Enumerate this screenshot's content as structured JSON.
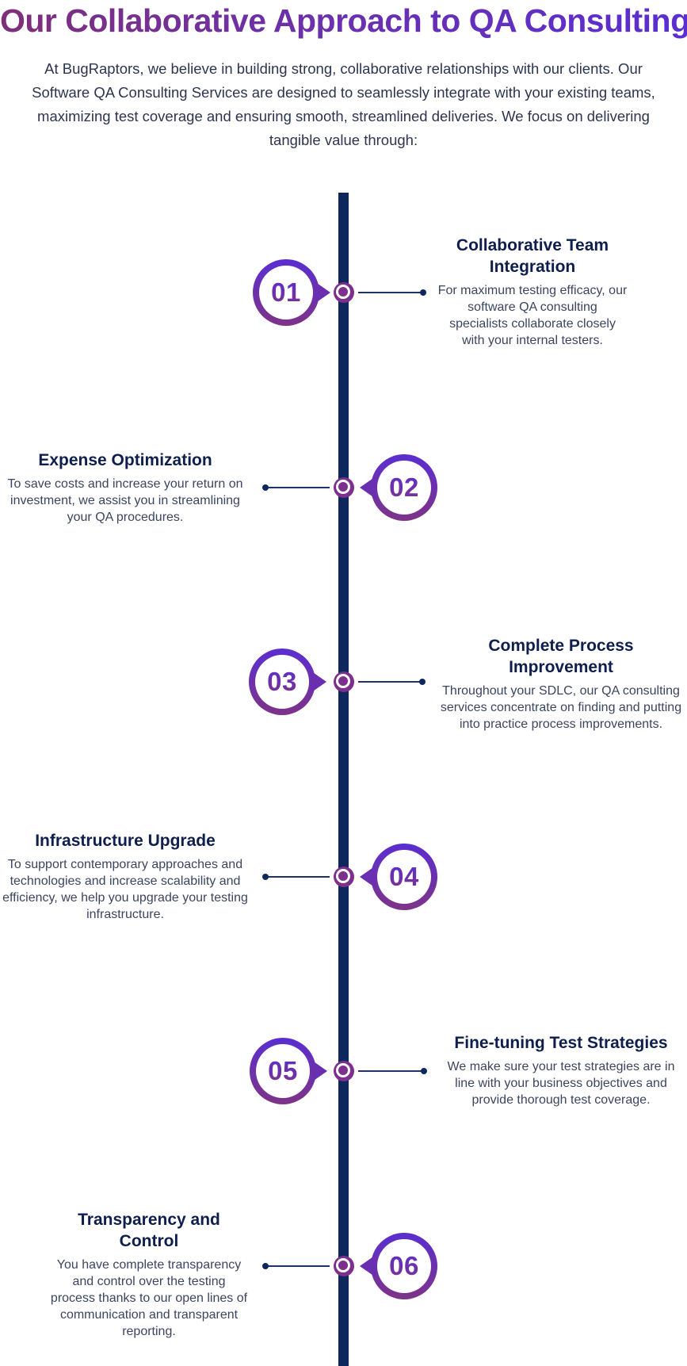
{
  "title": "Our Collaborative Approach to QA Consulting",
  "intro": "At BugRaptors, we believe in building strong, collaborative relationships with our clients. Our Software QA Consulting Services are designed to seamlessly integrate with your existing teams, maximizing test coverage and ensuring smooth, streamlined deliveries. We focus on delivering tangible value through:",
  "colors": {
    "title_gradient_start": "#7e2f78",
    "title_gradient_end": "#5a2ed1",
    "timeline": "#0e275d",
    "badge_gradient_top": "#5a2ed1",
    "badge_gradient_bottom": "#7e3388",
    "heading": "#0e1f4d"
  },
  "steps": [
    {
      "number": "01",
      "title": "Collaborative Team Integration",
      "description": "For maximum testing efficacy, our software QA consulting specialists collaborate closely with your internal testers."
    },
    {
      "number": "02",
      "title": "Expense Optimization",
      "description": "To save costs and increase your return on investment, we assist you in streamlining your QA procedures."
    },
    {
      "number": "03",
      "title": "Complete Process Improvement",
      "description": "Throughout your SDLC, our QA consulting services concentrate on finding and putting into practice process improvements."
    },
    {
      "number": "04",
      "title": "Infrastructure Upgrade",
      "description": "To support contemporary approaches and technologies and increase scalability and efficiency, we help you upgrade your testing infrastructure."
    },
    {
      "number": "05",
      "title": "Fine-tuning Test Strategies",
      "description": "We make sure your test strategies are in line with your business objectives and provide thorough test coverage."
    },
    {
      "number": "06",
      "title": "Transparency and Control",
      "description": "You have complete transparency and control over the testing process thanks to our open lines of communication and transparent reporting."
    }
  ]
}
